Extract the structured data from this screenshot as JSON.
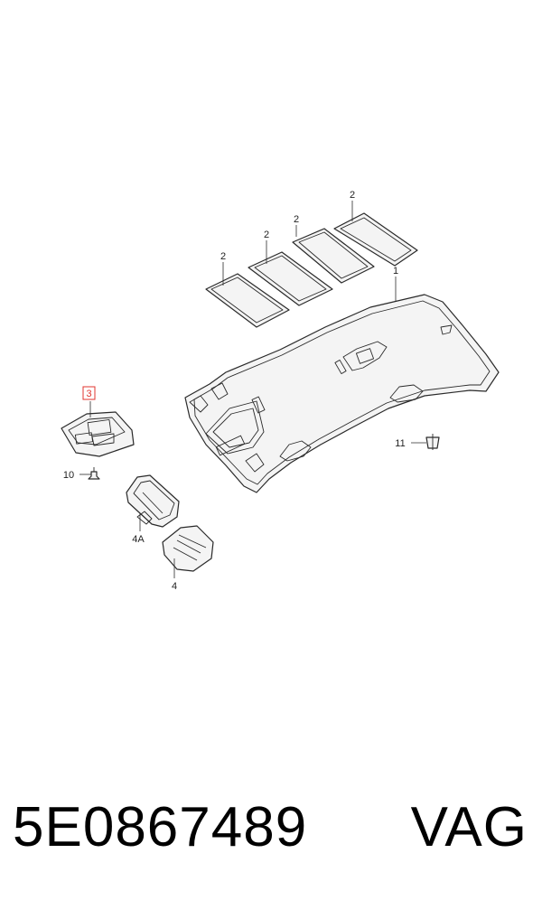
{
  "callouts": {
    "pad_a": "2",
    "pad_b": "2",
    "pad_c": "2",
    "pad_d": "2",
    "headliner": "1",
    "console_box": "3",
    "screw": "10",
    "cover_4a": "4A",
    "cover_4": "4",
    "clip": "11"
  },
  "highlight_color": "#e0342f",
  "footer": {
    "part_number": "5E0867489",
    "brand": "VAG"
  }
}
